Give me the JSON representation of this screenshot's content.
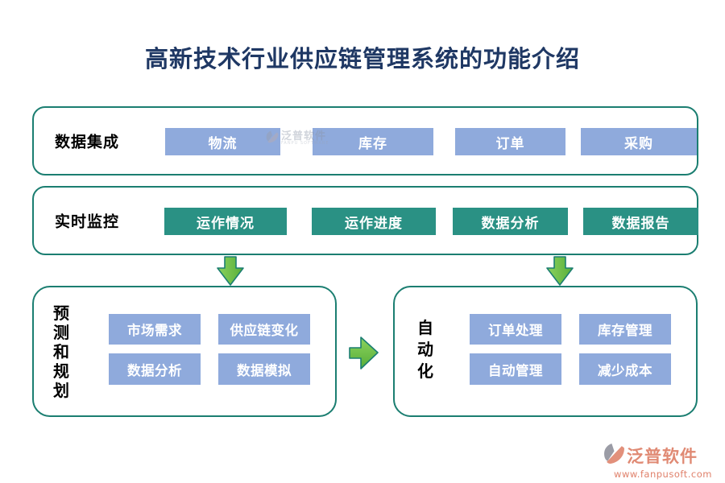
{
  "title": "高新技术行业供应链管理系统的功能介绍",
  "panels": [
    {
      "label": "数据集成",
      "items": [
        "物流",
        "库存",
        "订单",
        "采购"
      ]
    },
    {
      "label": "实时监控",
      "items": [
        "运作情况",
        "运作进度",
        "数据分析",
        "数据报告"
      ]
    }
  ],
  "groups": [
    {
      "label": "预测和规划",
      "items": [
        "市场需求",
        "供应链变化",
        "数据分析",
        "数据模拟"
      ]
    },
    {
      "label": "自动化",
      "items": [
        "订单处理",
        "库存管理",
        "自动管理",
        "减少成本"
      ]
    }
  ],
  "watermark": {
    "text": "泛普软件",
    "subtext": "FANPU SOFTWARE"
  },
  "logo": {
    "name": "泛普软件",
    "url": "www.fanpusoft.com"
  },
  "colors": {
    "title_navy": "#1F3864",
    "border_teal": "#1B7E71",
    "chip_blue": "#8FAADC",
    "chip_teal": "#2A9184",
    "arrow_green": "#6CBE45",
    "logo_coral": "#E08A74",
    "logo_url_coral": "#E0816B"
  }
}
